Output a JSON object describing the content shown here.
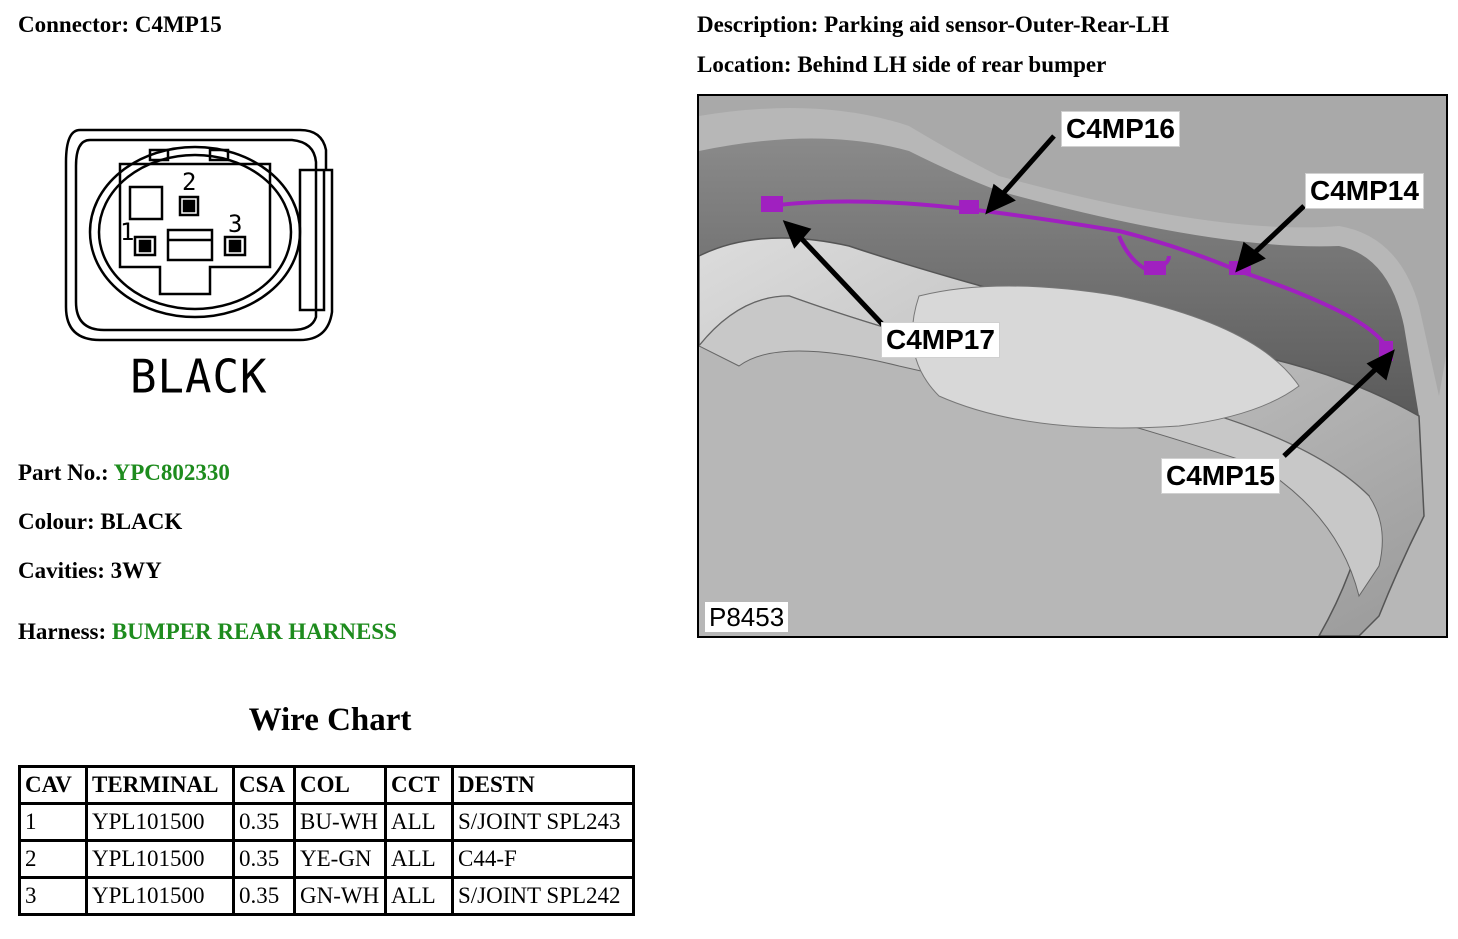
{
  "connector": {
    "label": "Connector:",
    "value": "C4MP15"
  },
  "description": {
    "label": "Description:",
    "value": "Parking aid sensor-Outer-Rear-LH"
  },
  "location": {
    "label": "Location:",
    "value": "Behind LH side of rear bumper"
  },
  "connector_face": {
    "colour_text": "BLACK",
    "pins": [
      "1",
      "2",
      "3"
    ]
  },
  "part_no": {
    "label": "Part No.:",
    "value": "YPC802330"
  },
  "colour": {
    "label": "Colour:",
    "value": "BLACK"
  },
  "cavities": {
    "label": "Cavities:",
    "value": "3WY"
  },
  "harness": {
    "label": "Harness:",
    "value": "BUMPER REAR HARNESS"
  },
  "wire_chart": {
    "title": "Wire Chart",
    "headers": [
      "CAV",
      "TERMINAL",
      "CSA",
      "COL",
      "CCT",
      "DESTN"
    ],
    "rows": [
      [
        "1",
        "YPL101500",
        "0.35",
        "BU-WH",
        "ALL",
        "S/JOINT SPL243"
      ],
      [
        "2",
        "YPL101500",
        "0.35",
        "YE-GN",
        "ALL",
        "C44-F"
      ],
      [
        "3",
        "YPL101500",
        "0.35",
        "GN-WH",
        "ALL",
        "S/JOINT SPL242"
      ]
    ]
  },
  "figure": {
    "callouts": [
      "C4MP16",
      "C4MP14",
      "C4MP17",
      "C4MP15"
    ],
    "code": "P8453",
    "harness_color": "#a020c0"
  },
  "colors": {
    "link_green": "#1e8c1e"
  }
}
